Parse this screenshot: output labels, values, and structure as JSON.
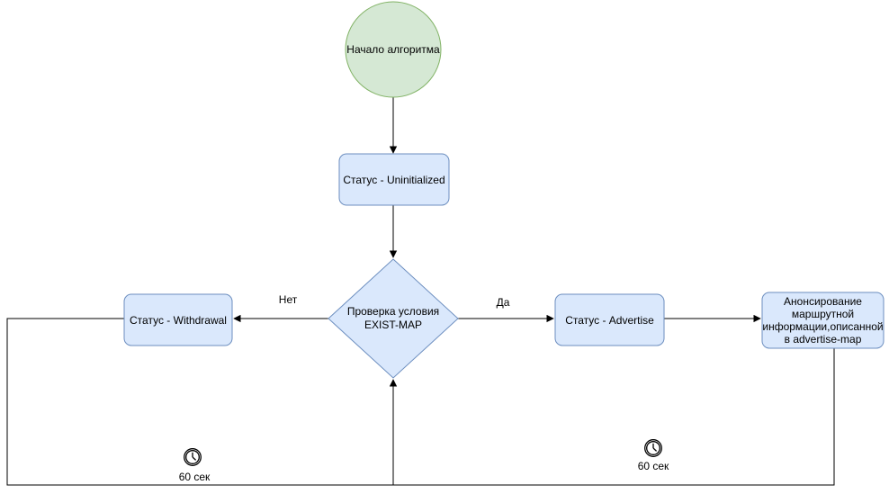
{
  "nodes": {
    "start": {
      "label": "Начало алгоритма",
      "fill": "#d5e8d4",
      "stroke": "#82b366"
    },
    "uninitialized": {
      "label": "Статус - Uninitialized",
      "fill": "#dae8fc",
      "stroke": "#6c8ebf"
    },
    "decision": {
      "label": "Проверка условия\nEXIST-MAP",
      "fill": "#dae8fc",
      "stroke": "#6c8ebf"
    },
    "withdrawal": {
      "label": "Статус - Withdrawal",
      "fill": "#dae8fc",
      "stroke": "#6c8ebf"
    },
    "advertise": {
      "label": "Статус - Advertise",
      "fill": "#dae8fc",
      "stroke": "#6c8ebf"
    },
    "announce": {
      "label": "Анонсирование\nмаршрутной\nинформации,описанной\nв advertise-map",
      "fill": "#dae8fc",
      "stroke": "#6c8ebf"
    }
  },
  "edges": {
    "no_label": "Нет",
    "yes_label": "Да"
  },
  "timers": {
    "left": {
      "icon": "clock-icon",
      "label": "60 сек"
    },
    "right": {
      "icon": "clock-icon",
      "label": "60 сек"
    }
  },
  "connector_color": "#000000"
}
